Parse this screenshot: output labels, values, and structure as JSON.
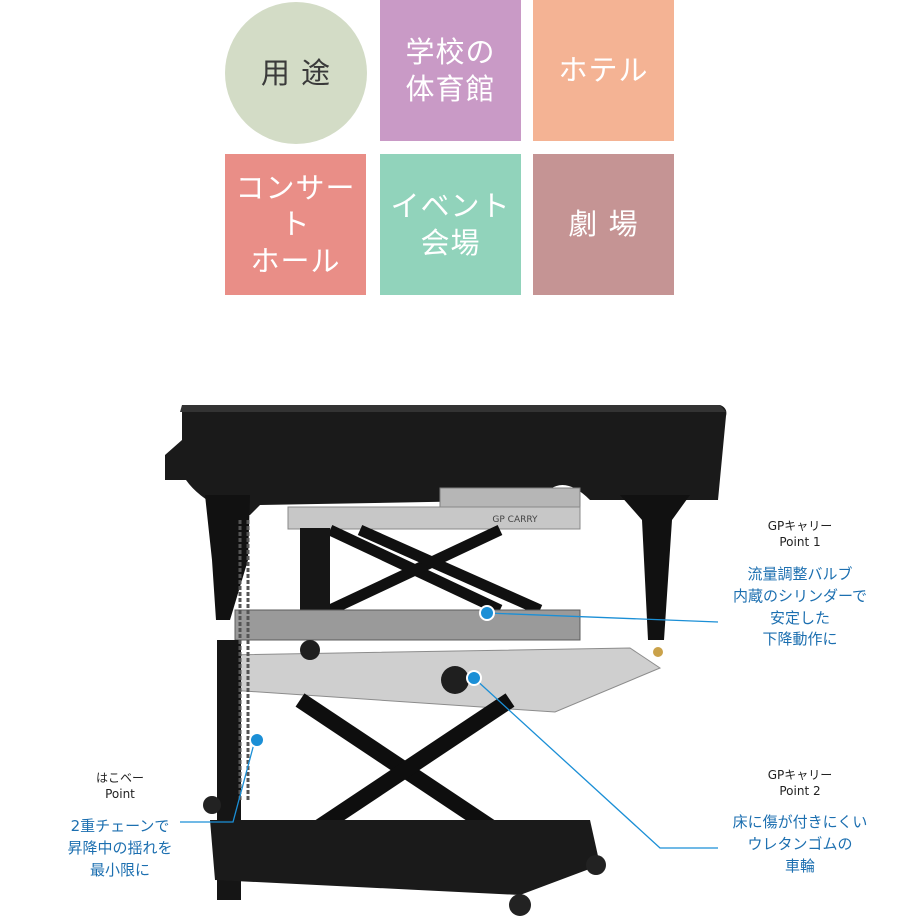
{
  "usage": {
    "heading": "用 途",
    "tiles": [
      {
        "label": "学校の\n体育館",
        "color": "#c99ac6"
      },
      {
        "label": "ホテル",
        "color": "#f4b394"
      },
      {
        "label": "コンサート\nホール",
        "color": "#e98e87"
      },
      {
        "label": "イベント\n会場",
        "color": "#91d3bb"
      },
      {
        "label": "劇 場",
        "color": "#c59494"
      }
    ],
    "heading_color": "#d3dcc6"
  },
  "product": {
    "carrier_label": "GP CARRY"
  },
  "callouts": [
    {
      "title": "GPキャリー\nPoint 1",
      "body": "流量調整バルブ\n内蔵のシリンダーで\n安定した\n下降動作に"
    },
    {
      "title": "GPキャリー\nPoint 2",
      "body": "床に傷が付きにくい\nウレタンゴムの\n車輪"
    },
    {
      "title": "はこベー\nPoint",
      "body": "2重チェーンで\n昇降中の揺れを\n最小限に"
    }
  ],
  "accent_color": "#1b8fd6"
}
